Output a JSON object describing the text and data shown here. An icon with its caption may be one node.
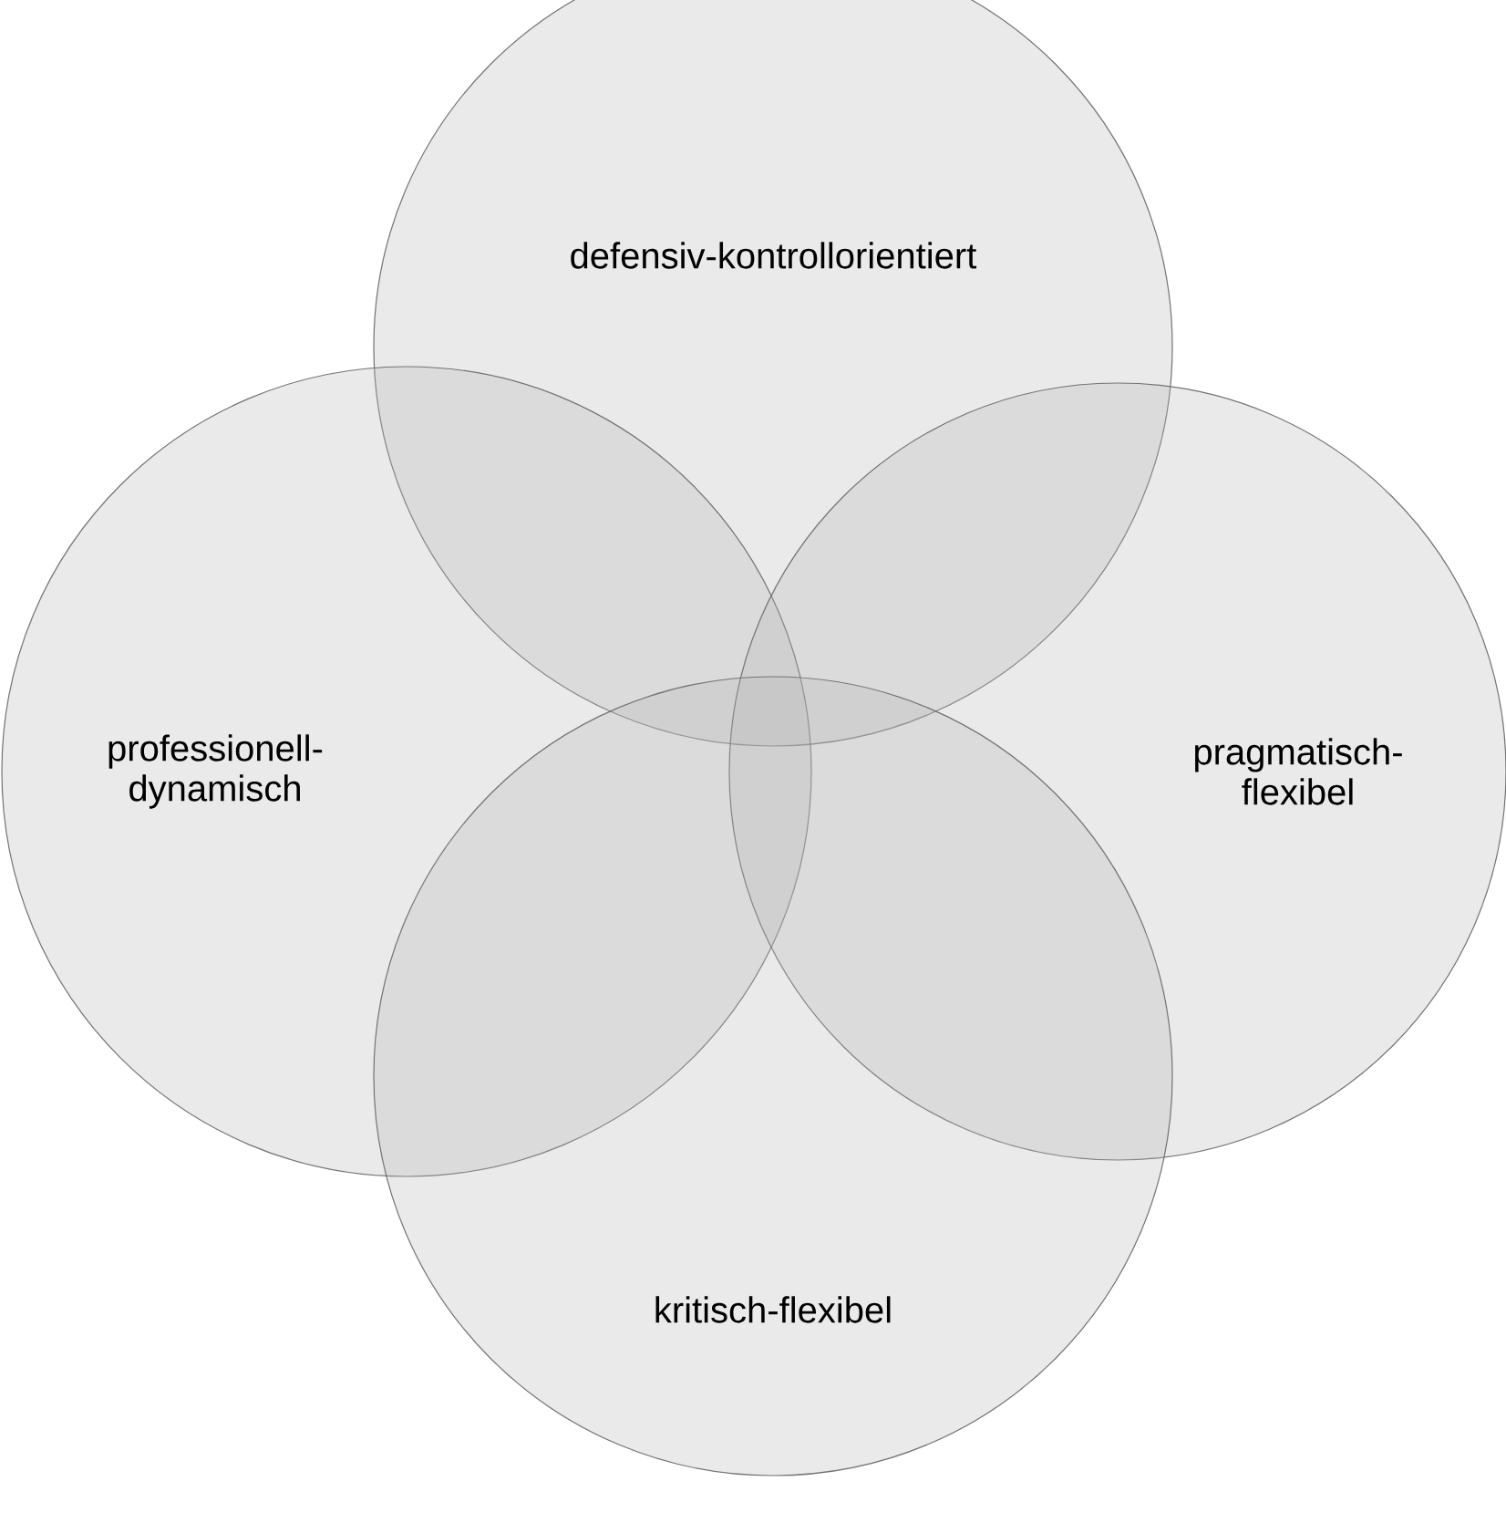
{
  "diagram": {
    "nodes": [
      {
        "text": [
          "defensiv-kontrollorientiert"
        ]
      },
      {
        "text": [
          "professionell-dynamisch"
        ]
      },
      {
        "text": [
          "pragmatisch-flexibel"
        ]
      },
      {
        "text": [
          "kritisch-flexibel"
        ]
      }
    ]
  }
}
